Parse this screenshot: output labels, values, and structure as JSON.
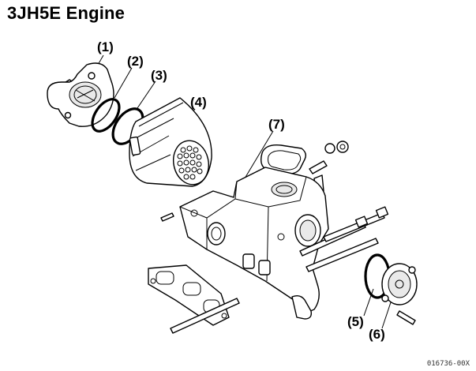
{
  "title": "3JH5E Engine",
  "callouts": {
    "c1": "(1)",
    "c2": "(2)",
    "c3": "(3)",
    "c4": "(4)",
    "c5": "(5)",
    "c6": "(6)",
    "c7": "(7)"
  },
  "reference_code": "016736-00X"
}
